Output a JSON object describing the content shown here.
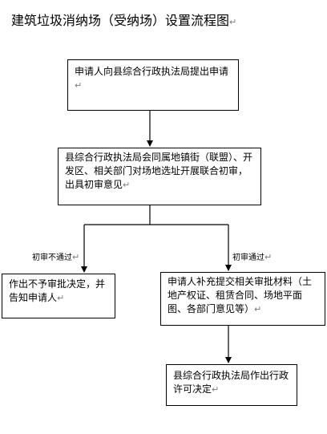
{
  "title": "建筑垃圾消纳场（受纳场）设置流程图",
  "paragraph_mark": "↵",
  "nodes": {
    "apply": "申请人向县综合行政执法局提出申请",
    "joint_review": "县综合行政执法局会同属地镇街（联盟）、开发区、相关部门对场地选址开展联合初审，出具初审意见",
    "reject": "作出不予审批决定，并告知申请人",
    "supplement": "申请人补充提交相关审批材料（土地产权证、租赁合同、场地平面图、各部门意见等）",
    "permit": "县综合行政执法局作出行政许可决定"
  },
  "edges": {
    "not_passed": "初审不通过",
    "passed": "初审通过"
  }
}
